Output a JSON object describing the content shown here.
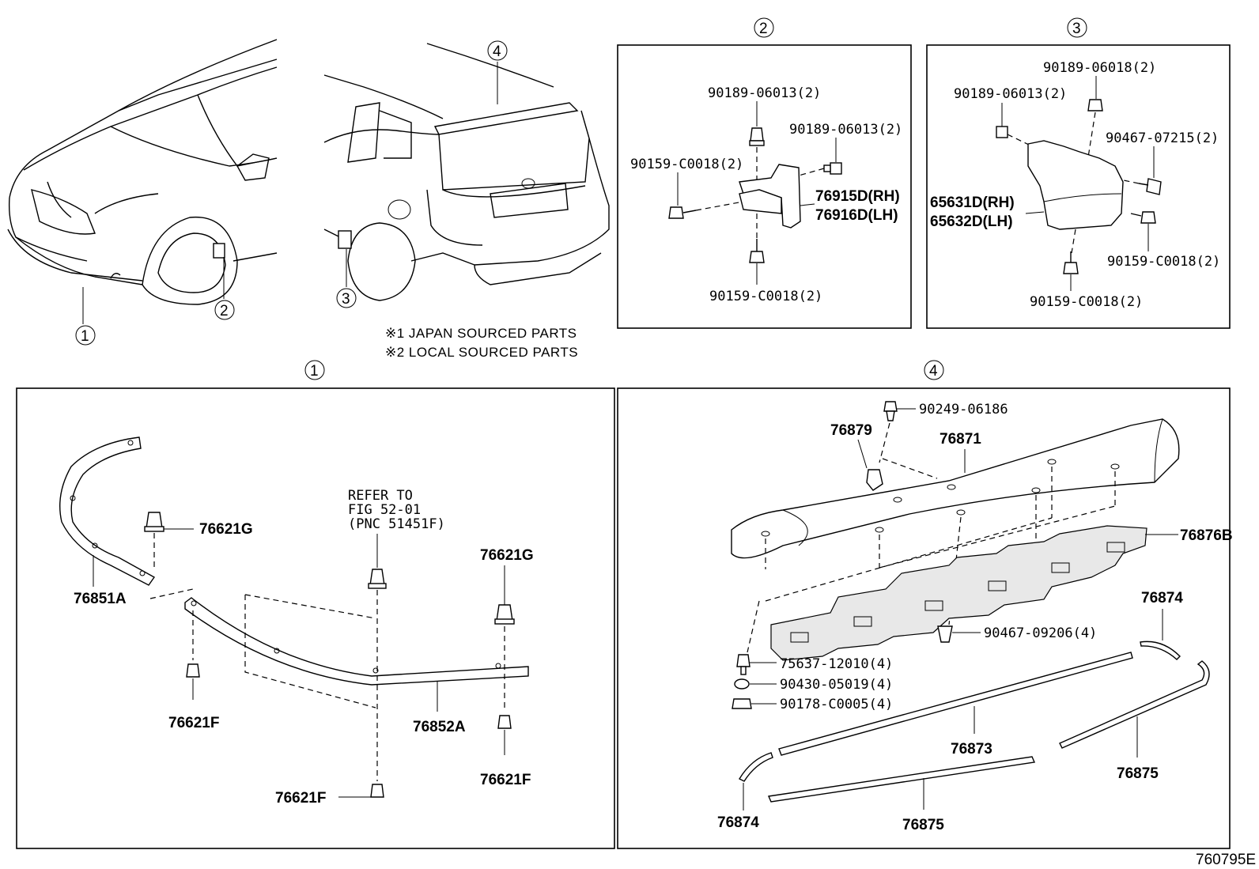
{
  "callouts": {
    "c1": "1",
    "c2": "2",
    "c3": "3",
    "c4": "4"
  },
  "notes": {
    "japan": "※1 JAPAN SOURCED PARTS",
    "local": "※2 LOCAL SOURCED PARTS"
  },
  "box2": {
    "p_top1": "90189-06013(2)",
    "p_top2": "90189-06013(2)",
    "p_left": "90159-C0018(2)",
    "p_rh": "76915D(RH)",
    "p_lh": "76916D(LH)",
    "p_bottom": "90159-C0018(2)"
  },
  "box3": {
    "p_top1": "90189-06018(2)",
    "p_top2": "90189-06013(2)",
    "p_right": "90467-07215(2)",
    "p_rh": "65631D(RH)",
    "p_lh": "65632D(LH)",
    "p_rb": "90159-C0018(2)",
    "p_bottom": "90159-C0018(2)"
  },
  "box1": {
    "p_clip_a": "76621G",
    "p_clip_b": "76621G",
    "p_mold_left": "76851A",
    "p_screw_a": "76621F",
    "p_screw_b": "76621F",
    "p_screw_c": "76621F",
    "p_mold_center": "76852A",
    "refer1": "REFER TO",
    "refer2": "FIG 52-01",
    "refer3": "(PNC 51451F)"
  },
  "box4": {
    "p_clip": "90249-06186",
    "p_bracket": "76879",
    "p_spoiler": "76871",
    "p_base": "76876B",
    "p_rivet": "90467-09206(4)",
    "p_stud": "75637-12010(4)",
    "p_washer": "90430-05019(4)",
    "p_nut": "90178-C0005(4)",
    "p_seal_tr": "76874",
    "p_seal_bl": "76874",
    "p_strip_mid": "76873",
    "p_strip_r": "76875",
    "p_strip_b": "76875"
  },
  "figure_id": "760795E"
}
